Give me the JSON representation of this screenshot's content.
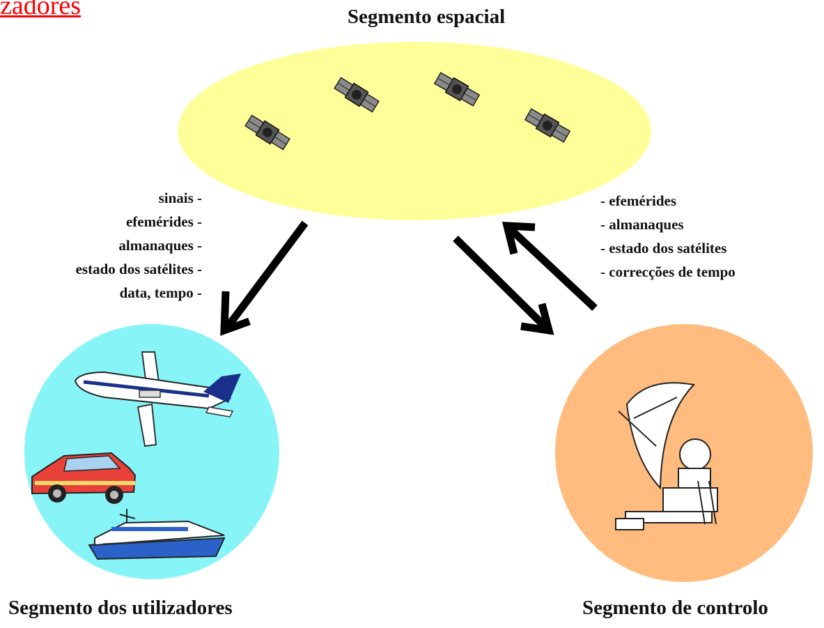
{
  "header_link": "zadores",
  "space_segment": {
    "title": "Segmento espacial",
    "color": "#ffff99",
    "satellite_count": 4
  },
  "users_segment": {
    "title": "Segmento dos utilizadores",
    "color": "#87f5f8",
    "items": [
      "airplane",
      "car",
      "boat"
    ]
  },
  "control_segment": {
    "title": "Segmento de controlo",
    "color": "#ffbc7e",
    "items": [
      "antenna"
    ]
  },
  "downlink_labels": [
    "sinais -",
    "efemérides -",
    "almanaques -",
    "estado dos satélites -",
    "data, tempo -"
  ],
  "uplink_labels": [
    "- efemérides",
    "- almanaques",
    "- estado dos satélites",
    "- correcções de tempo"
  ]
}
